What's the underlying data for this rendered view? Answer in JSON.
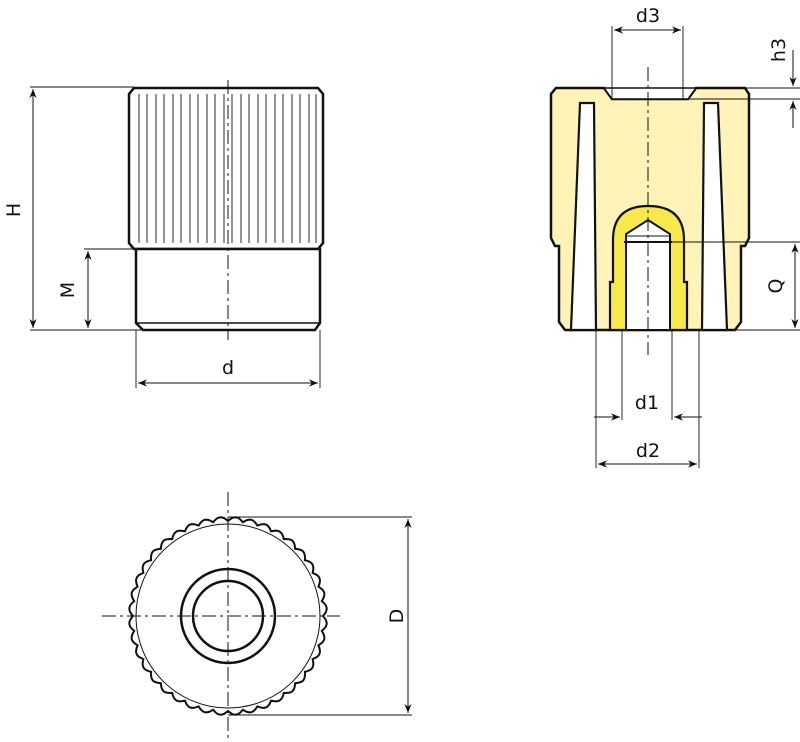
{
  "drawing": {
    "title": "Knurled knob technical drawing",
    "colors": {
      "line": "#111111",
      "body_fill": "#FFF3B8",
      "insert_fill": "#F7E94C",
      "background": "#FFFFFF"
    },
    "views": {
      "side_view": {
        "labels": {
          "height": "H",
          "thread_length": "M",
          "diameter": "d"
        }
      },
      "section_view": {
        "labels": {
          "top_recess_diameter": "d3",
          "top_recess_depth": "h3",
          "insert_depth": "Q",
          "bore_diameter": "d1",
          "insert_diameter": "d2"
        }
      },
      "top_view": {
        "labels": {
          "outer_diameter": "D"
        }
      }
    }
  }
}
